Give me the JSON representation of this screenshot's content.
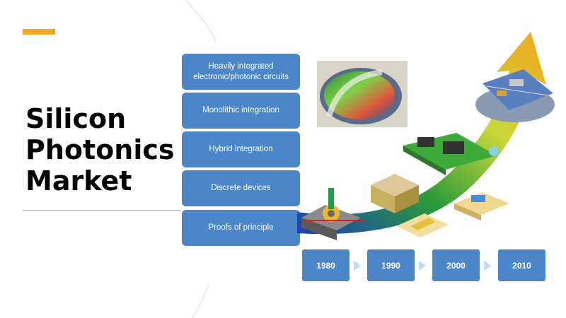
{
  "slide": {
    "title_lines": [
      "Silicon",
      "Photonics",
      "Market"
    ],
    "colors": {
      "accent": "#f5a623",
      "box": "#4a86c8",
      "arrow": "#c5d8ee"
    }
  },
  "levels": [
    "Heavily integrated electronic/photonic circuits",
    "Monolithic integration",
    "Hybrid integration",
    "Discrete devices",
    "Proofs of principle"
  ],
  "years": [
    "1980",
    "1990",
    "2000",
    "2010"
  ],
  "icons": [
    "arrow-right-icon"
  ]
}
